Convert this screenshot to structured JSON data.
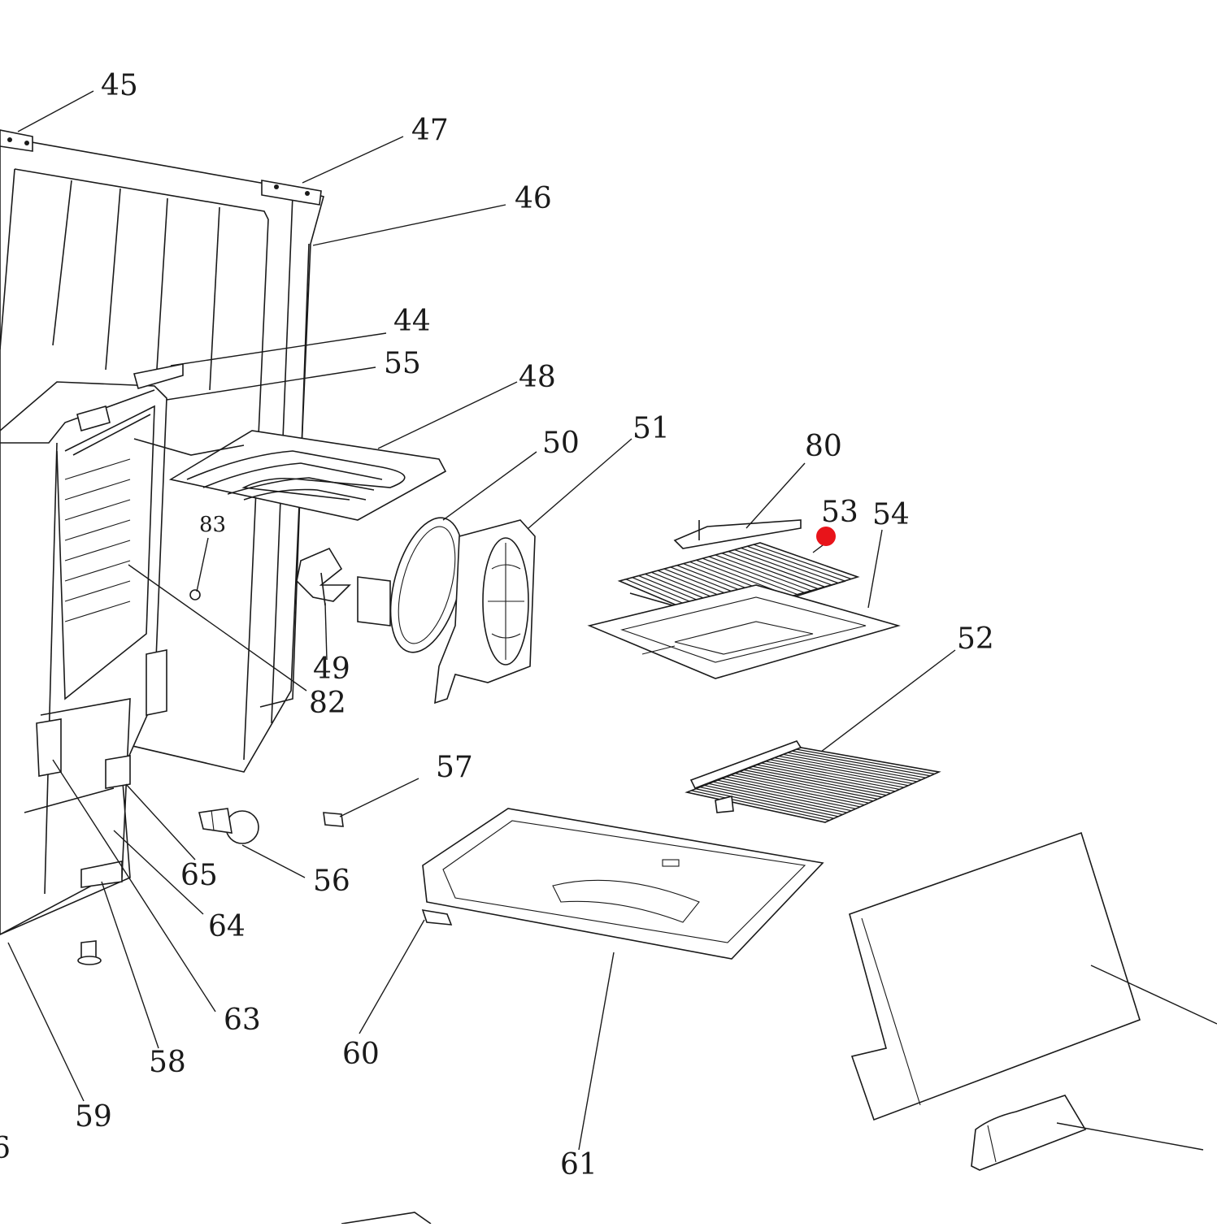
{
  "diagram": {
    "labels": [
      "45",
      "47",
      "46",
      "44",
      "55",
      "48",
      "50",
      "51",
      "80",
      "53",
      "54",
      "83",
      "49",
      "82",
      "52",
      "57",
      "65",
      "56",
      "64",
      "63",
      "58",
      "60",
      "59",
      "61",
      "6"
    ],
    "marker": {
      "color": "#e8141a"
    }
  }
}
